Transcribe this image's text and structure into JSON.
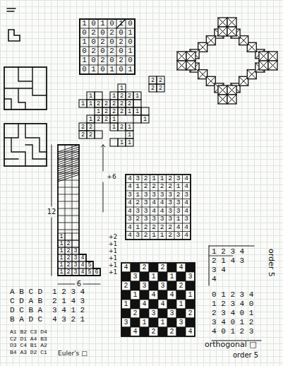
{
  "diagram": {
    "labels": [
      "1 0 1 0 1 0",
      "0 2 0 2 0 1",
      "1 0 2 0 2 0",
      "0 2 0 2 0 1",
      "1 0 2 0 2 0",
      "0 1 0 1 0 1",
      "2",
      "2",
      "1",
      "2",
      "2",
      "1",
      "1",
      "2",
      "2",
      "1",
      "1",
      "1",
      "2",
      "2",
      "2",
      "2",
      "2",
      "1",
      "2",
      "2",
      "2",
      "1",
      "1",
      "1",
      "2",
      "2",
      "1",
      "1",
      "2",
      "2",
      "1",
      "2",
      "1",
      "2",
      "2",
      "1",
      "1",
      "1",
      "1",
      "1 2",
      "1 2 3",
      "1 2 3 4",
      "1 2 3 4 5",
      "1 2 3 4 5 6",
      "12",
      "6",
      "+6",
      "+2",
      "+1",
      "+1",
      "+1",
      "+1",
      "+1",
      "4 3 2 1 1 2 3 4",
      "4 1 2 2 2 2 1 4",
      "3 1 3 3 3 3 2 3",
      "4 2 3 4 4 3 3 4",
      "4 3 3 4 4 3 3 4",
      "3 2 3 3 3 3 1 3",
      "4 1 2 2 2 2 4 4",
      "4 3 2 1 1 2 3 4",
      "4",
      "2",
      "2",
      "4",
      "3",
      "1",
      "1",
      "3",
      "2",
      "3",
      "3",
      "2",
      "1",
      "4",
      "4",
      "1",
      "1",
      "4",
      "4",
      "1",
      "2",
      "3",
      "3",
      "2",
      "3",
      "1",
      "1",
      "3",
      "4",
      "2",
      "2",
      "4",
      "1 2 3 4",
      "2 1 4 3",
      "3 4",
      "4",
      "order 5",
      "0 1 2 3 4",
      "1 2 3 4 0",
      "2 3 4 0 1",
      "3 4 0 1 2",
      "4 0 1 2 3",
      "orthogonal □",
      "order 5",
      "A B C D",
      "C D A B",
      "D C B A",
      "B A D C",
      "1 2 3 4",
      "2 1 4 3",
      "3 4 1 2",
      "4 3 2 1",
      "A1 B2 C3 D4",
      "C2 D1 A4 B3",
      "D3 C4 B1 A2",
      "B4 A3 D2 C1",
      "Euler's □"
    ]
  }
}
